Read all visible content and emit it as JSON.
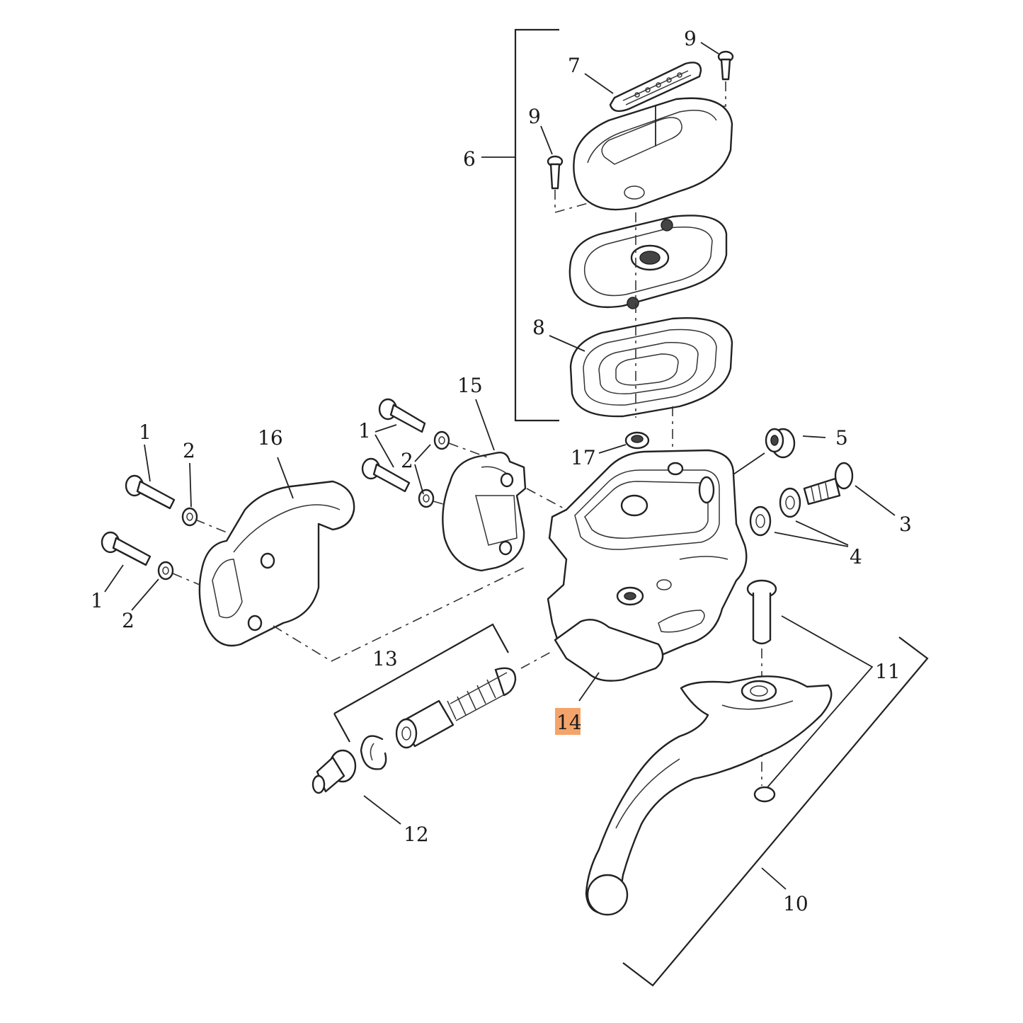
{
  "diagram": {
    "highlight_color": "#f4a46a",
    "line_color": "#222222",
    "background": "#ffffff",
    "highlighted_callout": "14",
    "callouts": {
      "c1a": "1",
      "c1b": "1",
      "c1c": "1",
      "c2a": "2",
      "c2b": "2",
      "c2c": "2",
      "c3": "3",
      "c4": "4",
      "c5": "5",
      "c6": "6",
      "c7": "7",
      "c8": "8",
      "c9a": "9",
      "c9b": "9",
      "c10": "10",
      "c11": "11",
      "c12": "12",
      "c13": "13",
      "c14": "14",
      "c15": "15",
      "c16": "16",
      "c17": "17"
    }
  }
}
